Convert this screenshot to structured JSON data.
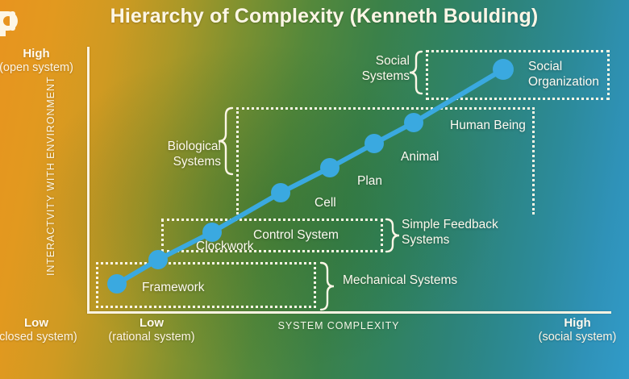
{
  "meta": {
    "logo_icon": "letter-a-logo-icon",
    "accent_point_color": "#3aa9e0",
    "line_color": "#3aa9e0",
    "text_color": "#fdf6e6"
  },
  "header": {
    "title": "Hierarchy of Complexity (Kenneth Boulding)"
  },
  "axes": {
    "y_title": "INTERACTVITY WITH ENVIRONMENT",
    "x_title": "SYSTEM COMPLEXITY",
    "y_high_label": "High",
    "y_high_sub": "(open system)",
    "y_low_label": "Low",
    "y_low_sub": "(closed system)",
    "x_low_label": "Low",
    "x_low_sub": "(rational system)",
    "x_high_label": "High",
    "x_high_sub": "(social system)"
  },
  "chart_data": {
    "type": "scatter",
    "title": "Hierarchy of Complexity (Kenneth Boulding)",
    "xlabel": "SYSTEM COMPLEXITY",
    "ylabel": "INTERACTVITY WITH ENVIRONMENT",
    "xlim": [
      0,
      100
    ],
    "ylim": [
      0,
      100
    ],
    "grid": false,
    "legend": "none",
    "x_tick_labels": [
      "Low (rational system)",
      "High (social system)"
    ],
    "y_tick_labels": [
      "Low (closed system)",
      "High (open system)"
    ],
    "points": [
      {
        "label": "Framework",
        "x": 6,
        "y": 10
      },
      {
        "label": "Clockwork",
        "x": 14,
        "y": 19
      },
      {
        "label": "Control System",
        "x": 24,
        "y": 30
      },
      {
        "label": "Cell",
        "x": 37,
        "y": 45
      },
      {
        "label": "Plan",
        "x": 46,
        "y": 54
      },
      {
        "label": "Animal",
        "x": 55,
        "y": 63
      },
      {
        "label": "Human Being",
        "x": 62,
        "y": 71
      },
      {
        "label": "Social Organization",
        "x": 79,
        "y": 91
      }
    ],
    "groups": [
      {
        "label": "Mechanical Systems",
        "members": [
          "Framework",
          "Clockwork"
        ]
      },
      {
        "label": "Simple Feedback Systems",
        "members": [
          "Control System"
        ]
      },
      {
        "label": "Biological Systems",
        "members": [
          "Cell",
          "Plan",
          "Animal",
          "Human Being"
        ]
      },
      {
        "label": "Social Systems",
        "members": [
          "Social Organization"
        ]
      }
    ]
  },
  "labels": {
    "framework": "Framework",
    "clockwork": "Clockwork",
    "control_system": "Control System",
    "cell": "Cell",
    "plan": "Plan",
    "animal": "Animal",
    "human_being": "Human Being",
    "social_organization_l1": "Social",
    "social_organization_l2": "Organization"
  },
  "groups": {
    "mechanical": "Mechanical Systems",
    "feedback_l1": "Simple Feedback",
    "feedback_l2": "Systems",
    "biological_l1": "Biological",
    "biological_l2": "Systems",
    "social_l1": "Social",
    "social_l2": "Systems"
  }
}
